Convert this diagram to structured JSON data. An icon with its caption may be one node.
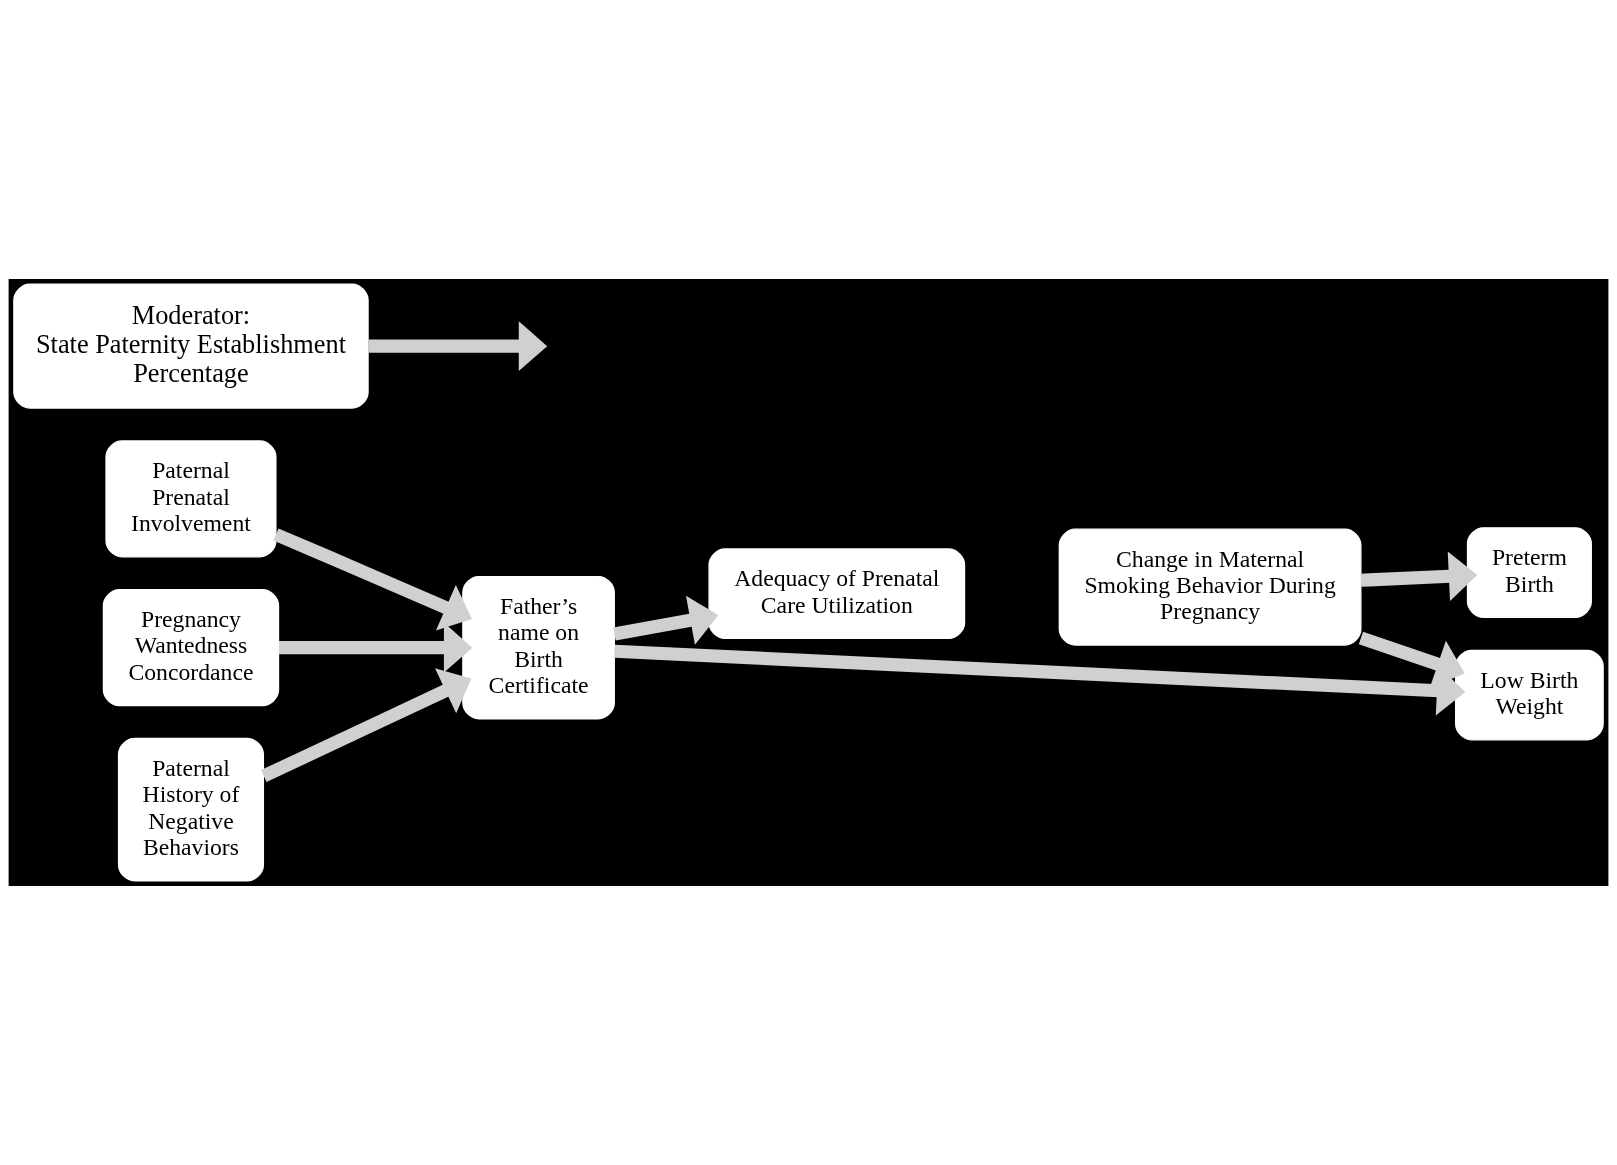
{
  "diagram": {
    "nodes": [
      {
        "text": [
          "Paternal Prenatal Involvement"
        ]
      },
      {
        "text": [
          "Pregnancy Wantedness Concordance"
        ]
      },
      {
        "text": [
          "Paternal History of Negative Behaviors"
        ]
      },
      {
        "text": [
          "Father’s name on Birth Certificate"
        ]
      },
      {
        "text": [
          "Adequacy of Prenatal Care Utilization"
        ]
      },
      {
        "text": [
          "Change in Maternal Smoking Behavior During Pregnancy"
        ]
      },
      {
        "text": [
          "Low Birth Weight"
        ]
      },
      {
        "text": [
          "Preterm Birth"
        ]
      },
      {
        "text": [
          "Moderator:",
          "State Paternity Establishment Percentage"
        ]
      }
    ],
    "edges": [
      {
        "from": 0,
        "to": 3,
        "arrow": "to"
      },
      {
        "from": 1,
        "to": 3,
        "arrow": "to"
      },
      {
        "from": 2,
        "to": 3,
        "arrow": "to"
      },
      {
        "from": 3,
        "to": 4,
        "arrow": "to"
      },
      {
        "from": 3,
        "to": 6,
        "arrow": "to"
      },
      {
        "from": 5,
        "to": 6,
        "arrow": "to"
      },
      {
        "from": 5,
        "to": 7,
        "arrow": "to"
      },
      {
        "from": 8,
        "to": null,
        "arrow": "to"
      }
    ]
  }
}
